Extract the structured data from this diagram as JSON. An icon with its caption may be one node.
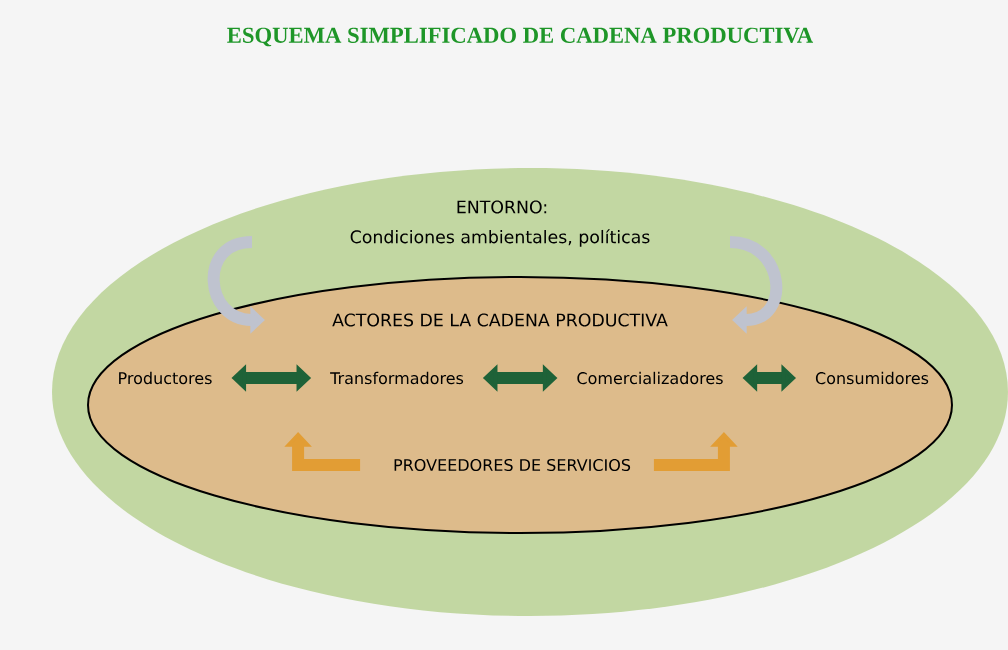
{
  "diagram": {
    "title": "ESQUEMA SIMPLIFICADO DE CADENA PRODUCTIVA",
    "nodes": [
      {
        "text": [
          "ENTORNO:",
          "Condiciones ambientales, políticas"
        ]
      },
      {
        "text": [
          "ACTORES DE LA CADENA PRODUCTIVA"
        ],
        "in": 0
      },
      {
        "text": [
          "Productores"
        ],
        "in": 1
      },
      {
        "text": [
          "Transformadores"
        ],
        "in": 1
      },
      {
        "text": [
          "Comercializadores"
        ],
        "in": 1
      },
      {
        "text": [
          "Consumidores"
        ],
        "in": 1
      },
      {
        "text": [
          "PROVEEDORES DE SERVICIOS"
        ],
        "in": 1
      }
    ],
    "edges": [
      {
        "from": 0,
        "to": 1,
        "arrow": "to",
        "color": "#bfc3cf"
      },
      {
        "from": 0,
        "to": 1,
        "arrow": "to",
        "color": "#bfc3cf"
      },
      {
        "from": 2,
        "to": 3,
        "arrow": "both",
        "color": "#1e6238"
      },
      {
        "from": 3,
        "to": 4,
        "arrow": "both",
        "color": "#1e6238"
      },
      {
        "from": 4,
        "to": 5,
        "arrow": "both",
        "color": "#1e6238"
      },
      {
        "from": 6,
        "to": null,
        "arrow": "to",
        "color": "#e29d34"
      },
      {
        "from": 6,
        "to": null,
        "arrow": "to",
        "color": "#e29d34"
      }
    ]
  }
}
